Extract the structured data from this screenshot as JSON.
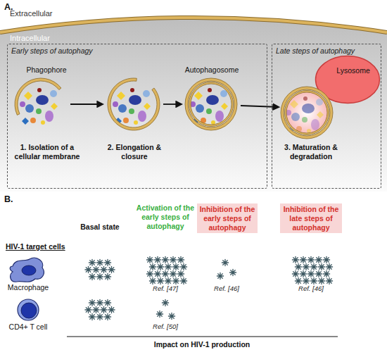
{
  "diagram": {
    "nodes": [
      {
        "text": [
          "Early steps of autophagy",
          "Phagophore",
          "1. Isolation of a cellular membrane",
          "2. Elongation & closure",
          "Autophagosome"
        ]
      },
      {
        "text": [
          "Late steps of autophagy",
          "3. Maturation & degradation"
        ]
      },
      {
        "text": [
          "Lysosome"
        ],
        "in": 1
      },
      {
        "text": [
          "Inhibition of the early steps of autophagy"
        ]
      },
      {
        "text": [
          "Inhibition of the late steps of autophagy"
        ]
      }
    ],
    "labels": [
      "A.",
      "Extracellular",
      "Intracellular",
      "B.",
      "Basal state",
      "Activation of the early steps of autophagy",
      "HIV-1 target cells",
      "Macrophage",
      "Ref. [47]",
      "Ref. [46]",
      "Ref. [46]",
      "CD4+ T cell",
      "Ref. [50]",
      "Impact on HIV-1 production"
    ]
  }
}
